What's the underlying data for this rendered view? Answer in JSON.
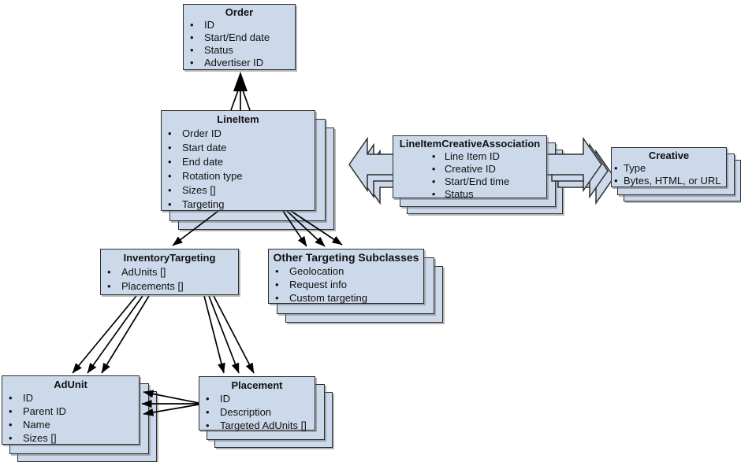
{
  "colors": {
    "box_fill": "#ccd9ea",
    "box_border": "#2e2e2e",
    "arrow": "#000000",
    "background": "#ffffff"
  },
  "entities": {
    "order": {
      "title": "Order",
      "stacked": false,
      "items": [
        "ID",
        "Start/End date",
        "Status",
        "Advertiser ID"
      ]
    },
    "line_item": {
      "title": "LineItem",
      "stacked": true,
      "items": [
        "Order ID",
        "Start date",
        "End date",
        "Rotation type",
        "Sizes []",
        "Targeting"
      ]
    },
    "line_item_creative_association": {
      "title": "LineItemCreativeAssociation",
      "stacked": true,
      "items": [
        "Line Item ID",
        "Creative ID",
        "Start/End time",
        "Status"
      ]
    },
    "creative": {
      "title": "Creative",
      "stacked": true,
      "items": [
        "Type",
        "Bytes, HTML, or URL"
      ]
    },
    "inventory_targeting": {
      "title": "InventoryTargeting",
      "stacked": false,
      "items": [
        "AdUnits []",
        "Placements []"
      ]
    },
    "other_targeting_subclasses": {
      "title": "Other Targeting Subclasses",
      "stacked": true,
      "items": [
        "Geolocation",
        "Request info",
        "Custom targeting"
      ]
    },
    "ad_unit": {
      "title": "AdUnit",
      "stacked": true,
      "items": [
        "ID",
        "Parent ID",
        "Name",
        "Sizes []"
      ]
    },
    "placement": {
      "title": "Placement",
      "stacked": true,
      "items": [
        "ID",
        "Description",
        "Targeted AdUnits []"
      ]
    }
  },
  "connections": [
    {
      "from": "LineItem",
      "to": "Order",
      "lines": 3,
      "heads": 1,
      "type": "line-arrow"
    },
    {
      "from": "LineItem",
      "to": "InventoryTargeting",
      "lines": 1,
      "heads": 1,
      "type": "line-arrow"
    },
    {
      "from": "LineItem",
      "to": "Other Targeting Subclasses",
      "lines": 3,
      "heads": 3,
      "type": "line-arrow"
    },
    {
      "from": "InventoryTargeting",
      "to": "AdUnit",
      "lines": 3,
      "heads": 3,
      "type": "line-arrow"
    },
    {
      "from": "InventoryTargeting",
      "to": "Placement",
      "lines": 3,
      "heads": 3,
      "type": "line-arrow"
    },
    {
      "from": "Placement",
      "to": "AdUnit",
      "lines": 3,
      "heads": 3,
      "type": "line-arrow"
    },
    {
      "from": "LineItemCreativeAssociation",
      "to": "LineItem",
      "type": "stacked-block-arrow-left"
    },
    {
      "from": "LineItemCreativeAssociation",
      "to": "Creative",
      "type": "stacked-block-arrow-right"
    }
  ]
}
